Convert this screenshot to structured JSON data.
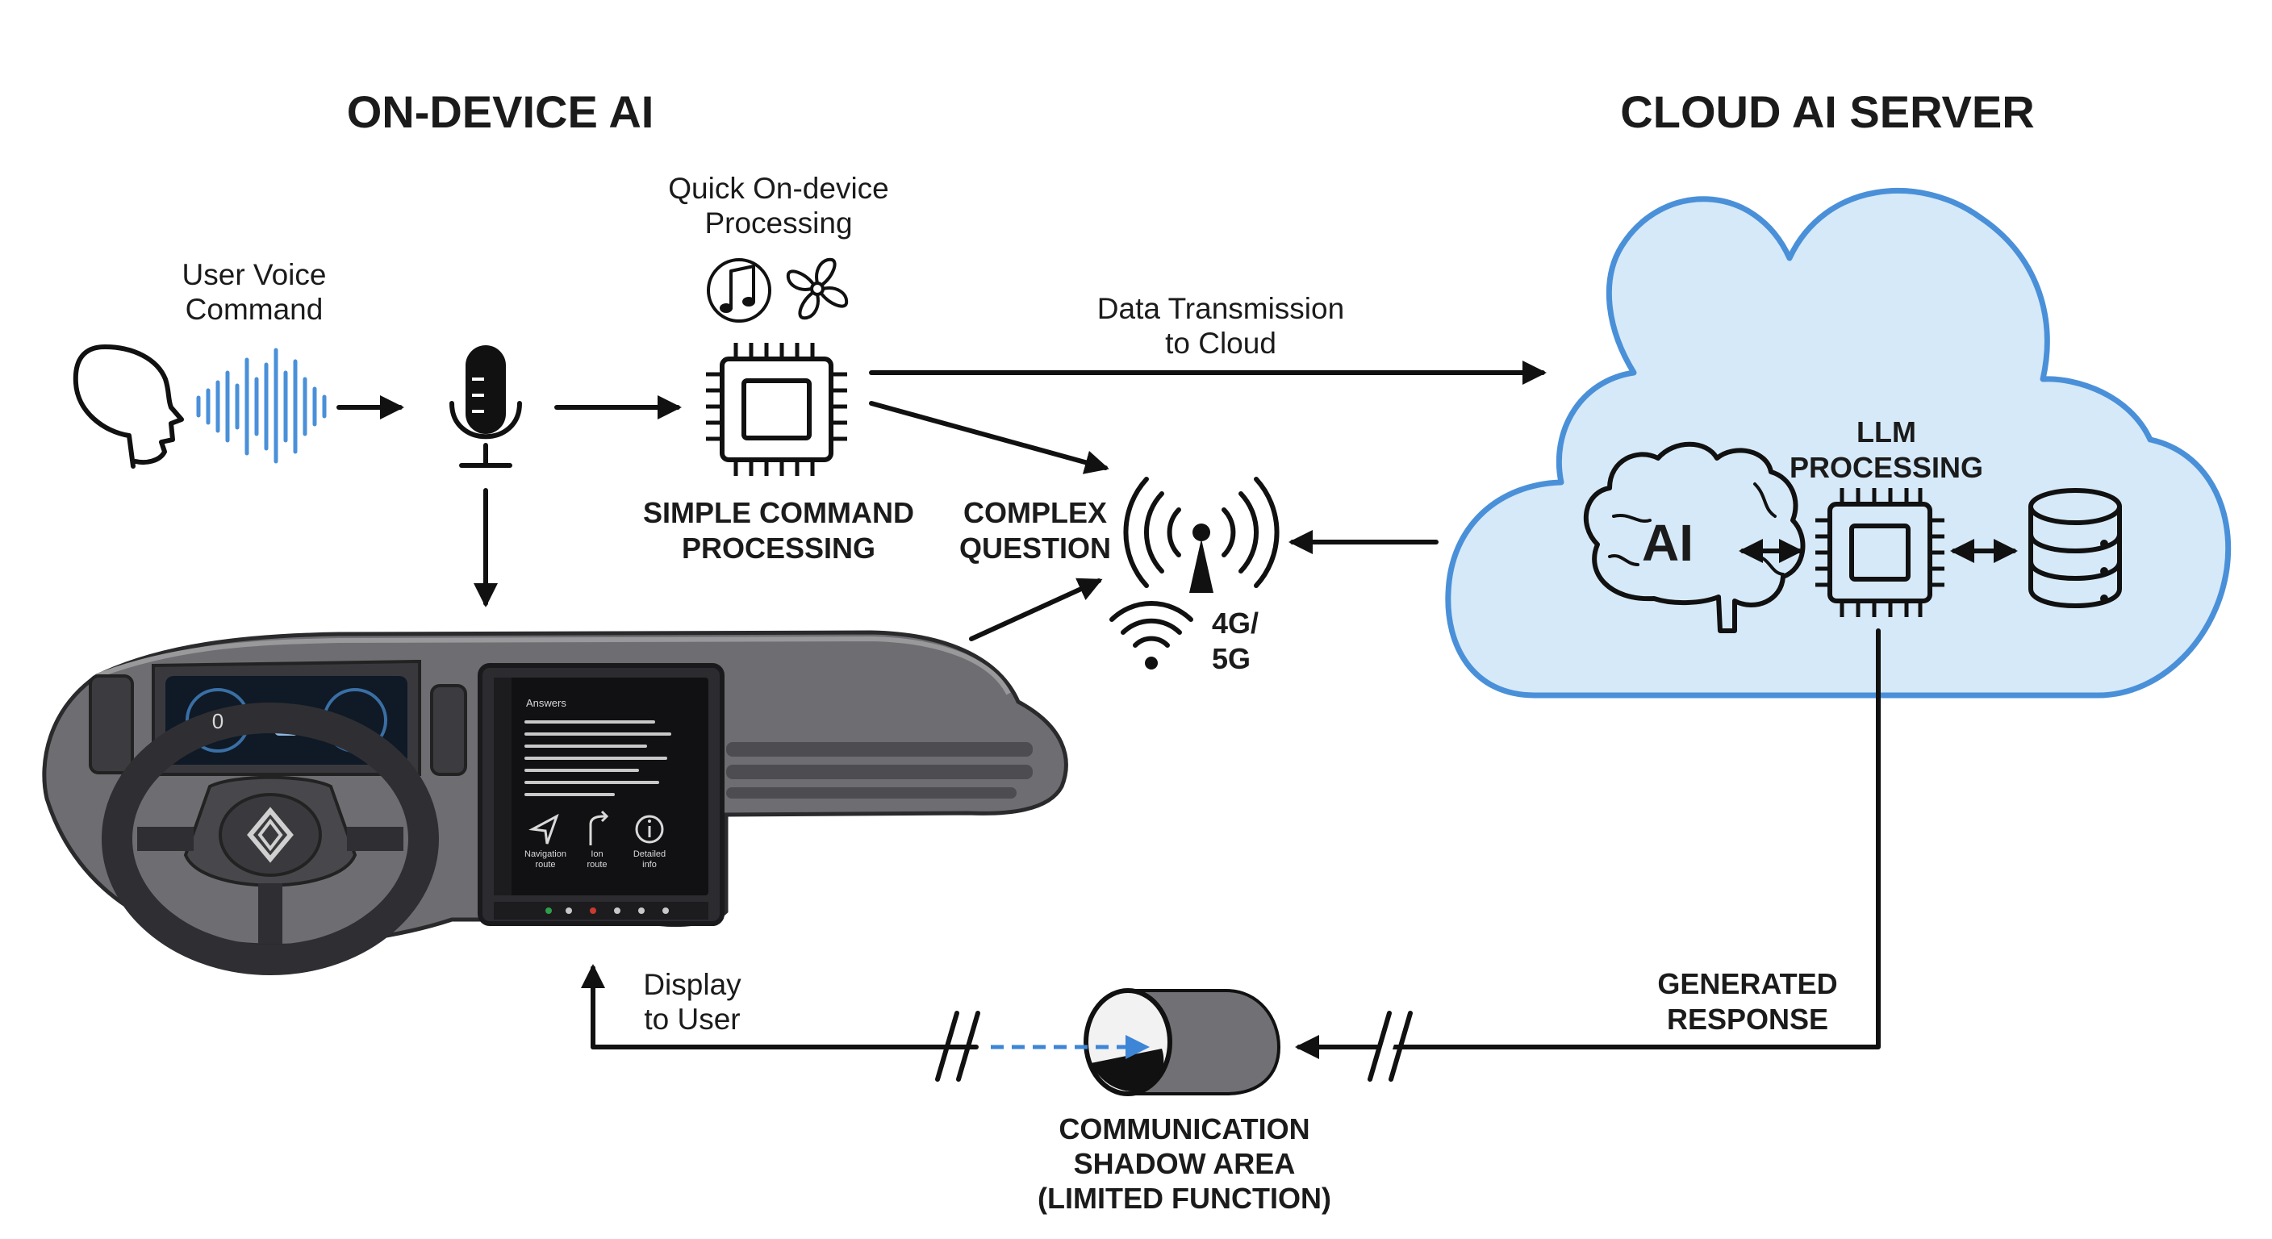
{
  "headings": {
    "on_device": "ON-DEVICE AI",
    "cloud": "CLOUD AI SERVER"
  },
  "labels": {
    "user_voice": [
      "User Voice",
      "Command"
    ],
    "quick_processing": [
      "Quick On-device",
      "Processing"
    ],
    "simple_command": [
      "SIMPLE COMMAND",
      "PROCESSING"
    ],
    "complex_question": [
      "COMPLEX",
      "QUESTION"
    ],
    "data_transmission": [
      "Data Transmission",
      "to Cloud"
    ],
    "network": [
      "4G/",
      "5G"
    ],
    "llm_processing": [
      "LLM",
      "PROCESSING"
    ],
    "ai_badge": "AI",
    "generated_response": [
      "GENERATED",
      "RESPONSE"
    ],
    "display_to_user": [
      "Display",
      "to User"
    ],
    "shadow_area": [
      "COMMUNICATION",
      "SHADOW AREA",
      "(LIMITED FUNCTION)"
    ]
  },
  "screen": {
    "title": "Answers",
    "buttons": [
      {
        "icon": "navigation-arrow-icon",
        "label": [
          "Navigation",
          "route"
        ]
      },
      {
        "icon": "turn-route-icon",
        "label": [
          "Ion",
          "route"
        ]
      },
      {
        "icon": "info-icon",
        "label": [
          "Detailed",
          "info"
        ]
      }
    ],
    "cluster_speed": "0"
  },
  "colors": {
    "cloud_fill": "#d6e9f8",
    "cloud_stroke": "#4a90d9",
    "waveform": "#4a90d9",
    "shadow_dashed": "#3d85d6",
    "car_body": "#6e6e72"
  }
}
